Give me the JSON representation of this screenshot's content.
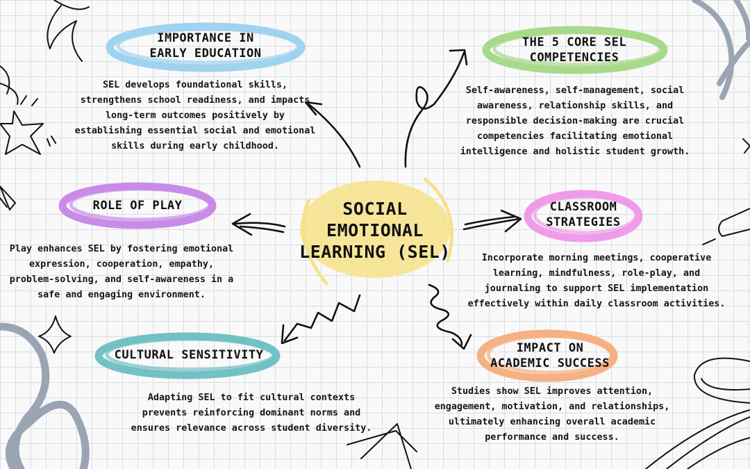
{
  "center": {
    "lines": [
      "SOCIAL",
      "EMOTIONAL",
      "LEARNING (SEL)"
    ]
  },
  "topics": [
    {
      "id": "importance",
      "title_lines": [
        "IMPORTANCE IN",
        "EARLY EDUCATION"
      ],
      "body_lines": [
        "SEL develops foundational skills,",
        "strengthens school readiness, and impacts",
        "long-term outcomes positively by",
        "establishing essential social and emotional",
        "skills during early childhood."
      ],
      "color": "#9fd3f0"
    },
    {
      "id": "core-competencies",
      "title_lines": [
        "THE 5 CORE SEL",
        "COMPETENCIES"
      ],
      "body_lines": [
        "Self-awareness, self-management, social",
        "awareness, relationship skills, and",
        "responsible decision-making are crucial",
        "competencies facilitating emotional",
        "intelligence and holistic student growth."
      ],
      "color": "#a9d98a"
    },
    {
      "id": "role-of-play",
      "title_lines": [
        "ROLE OF PLAY"
      ],
      "body_lines": [
        "Play enhances SEL by fostering emotional",
        "expression, cooperation, empathy,",
        "problem-solving, and self-awareness in a",
        "safe and engaging environment."
      ],
      "color": "#c98be8"
    },
    {
      "id": "classroom-strategies",
      "title_lines": [
        "CLASSROOM",
        "STRATEGIES"
      ],
      "body_lines": [
        "Incorporate morning meetings, cooperative",
        "learning, mindfulness, role-play, and",
        "journaling to support SEL implementation",
        "effectively within daily classroom activities."
      ],
      "color": "#ef9bea"
    },
    {
      "id": "cultural-sensitivity",
      "title_lines": [
        "CULTURAL SENSITIVITY"
      ],
      "body_lines": [
        "Adapting SEL to fit cultural contexts",
        "prevents reinforcing dominant norms and",
        "ensures relevance across student diversity."
      ],
      "color": "#72c1c4"
    },
    {
      "id": "academic-success",
      "title_lines": [
        "IMPACT ON",
        "ACADEMIC SUCCESS"
      ],
      "body_lines": [
        "Studies show SEL improves attention,",
        "engagement, motivation, and relationships,",
        "ultimately enhancing overall academic",
        "performance and success."
      ],
      "color": "#f5b183"
    }
  ],
  "colors": {
    "center_highlight": "#f7e28a",
    "ink": "#111111",
    "doodle_gray": "#9aa4b2"
  }
}
